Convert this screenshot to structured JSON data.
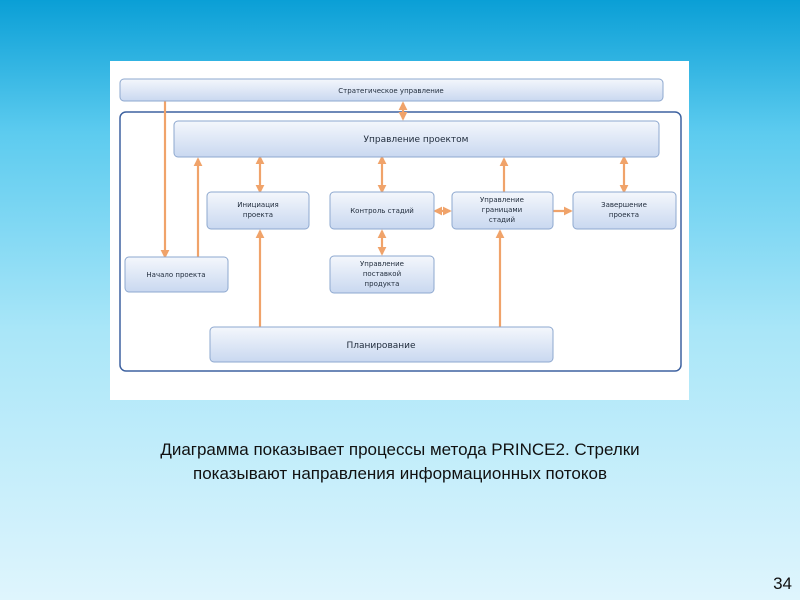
{
  "diagram": {
    "nodes": {
      "strategic": "Стратегическое управление",
      "project_mgmt": "Управление проектом",
      "initiation": [
        "Инициация",
        "проекта"
      ],
      "stage_control": "Контроль стадий",
      "stage_boundaries": [
        "Управление",
        "границами",
        "стадий"
      ],
      "closing": [
        "Завершение",
        "проекта"
      ],
      "start": "Начало проекта",
      "delivery": [
        "Управление",
        "поставкой",
        "продукта"
      ],
      "planning": "Планирование"
    },
    "arrow_color": "#f0a36a",
    "node_fill_top": "#f4f7fc",
    "node_fill_bottom": "#c9d8f0",
    "frame_color": "#3e62a0"
  },
  "caption": {
    "line1": "Диаграмма показывает процессы метода PRINCE2. Стрелки",
    "line2": "показывают направления информационных потоков"
  },
  "page_number": "34"
}
